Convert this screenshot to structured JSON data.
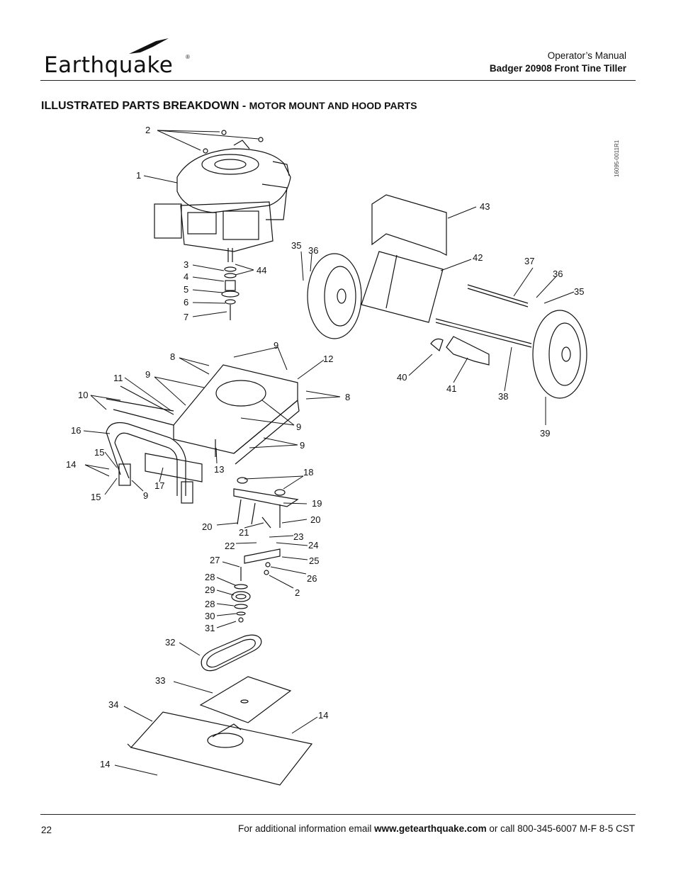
{
  "header": {
    "brand": "Earthquake",
    "brand_mark": "®",
    "doc_type": "Operator’s Manual",
    "product": "Badger 20908  Front Tine Tiller"
  },
  "title": {
    "main": "ILLUSTRATED PARTS BREAKDOWN - ",
    "sub": "MOTOR MOUNT AND HOOD PARTS"
  },
  "doc_number": "16095-0011R1",
  "callouts": {
    "c1": "1",
    "c2": "2",
    "c3": "3",
    "c4": "4",
    "c5": "5",
    "c6": "6",
    "c7": "7",
    "c8a": "8",
    "c8b": "8",
    "c9a": "9",
    "c9b": "9",
    "c9c": "9",
    "c9d": "9",
    "c9e": "9",
    "c10": "10",
    "c11": "11",
    "c12": "12",
    "c13": "13",
    "c14a": "14",
    "c14b": "14",
    "c14c": "14",
    "c15a": "15",
    "c15b": "15",
    "c16": "16",
    "c17": "17",
    "c18": "18",
    "c19": "19",
    "c20a": "20",
    "c20b": "20",
    "c21": "21",
    "c22": "22",
    "c23": "23",
    "c24": "24",
    "c25": "25",
    "c26": "26",
    "c2b": "2",
    "c27": "27",
    "c28a": "28",
    "c28b": "28",
    "c29": "29",
    "c30": "30",
    "c31": "31",
    "c32": "32",
    "c33": "33",
    "c34": "34",
    "c35a": "35",
    "c35b": "35",
    "c36a": "36",
    "c36b": "36",
    "c37": "37",
    "c38": "38",
    "c39": "39",
    "c40": "40",
    "c41": "41",
    "c42": "42",
    "c43": "43",
    "c44": "44"
  },
  "footer": {
    "page": "22",
    "prefix": "For additional information email ",
    "website": "www.getearthquake.com",
    "suffix": " or call 800-345-6007 M-F 8-5 CST"
  }
}
